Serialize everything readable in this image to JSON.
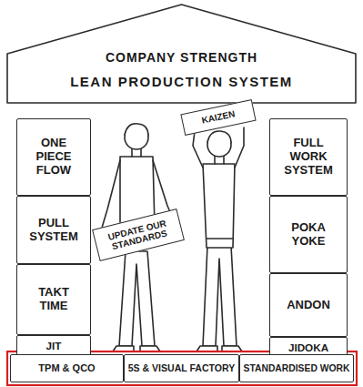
{
  "diagram": {
    "nodes": [
      {
        "text": [
          "COMPANY STRENGTH",
          "LEAN PRODUCTION SYSTEM"
        ]
      },
      {
        "text": [
          "ONE PIECE FLOW"
        ]
      },
      {
        "text": [
          "KAIZEN"
        ]
      },
      {
        "text": [
          "FULL WORK SYSTEM"
        ]
      },
      {
        "text": [
          "PULL SYSTEM"
        ]
      },
      {
        "text": [
          "UPDATE OUR STANDARDS"
        ]
      },
      {
        "text": [
          "POKA YOKE"
        ]
      },
      {
        "text": [
          "TAKT TIME"
        ]
      },
      {
        "text": [
          "ANDON"
        ]
      },
      {
        "text": [
          "JIT"
        ]
      },
      {
        "text": [
          "JIDOKA"
        ]
      },
      {
        "text": [
          "TPM & QCO"
        ]
      },
      {
        "text": [
          "5S & VISUAL FACTORY"
        ]
      },
      {
        "text": [
          "STANDARDISED WORK"
        ]
      }
    ]
  }
}
